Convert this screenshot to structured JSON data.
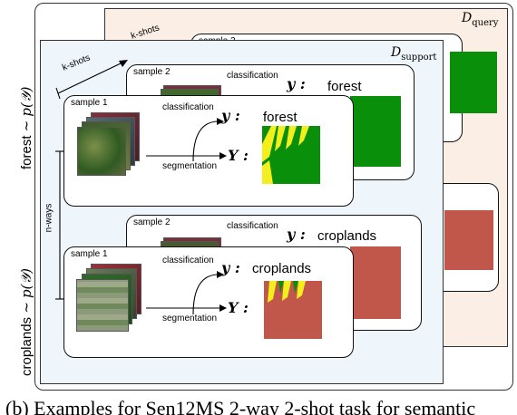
{
  "labels": {
    "d_query": "D",
    "d_query_sub": "query",
    "d_support": "D",
    "d_support_sub": "support",
    "k_shots": "k-shots",
    "n_ways": "n-ways",
    "forest_row": "forest ∼ ",
    "forest_row_math": "p(𝒴)",
    "croplands_row": "croplands ∼ ",
    "croplands_row_math": "p(𝒴)"
  },
  "cards": {
    "sample1": "sample 1",
    "sample2": "sample 2",
    "classification": "classification",
    "segmentation": "segmentation",
    "y_label": "y",
    "Y_label": "Y",
    "colon": ":",
    "forest": "forest",
    "croplands": "croplands"
  },
  "caption": "(b) Examples for Sen12MS 2-way 2-shot task for semantic",
  "colors": {
    "forest_green": "#0a8f0a",
    "field_yellow": "#f2ef1c",
    "cropland_red": "#c0574a",
    "query_bg": "#fbeee4",
    "support_bg": "#eef5fb"
  }
}
